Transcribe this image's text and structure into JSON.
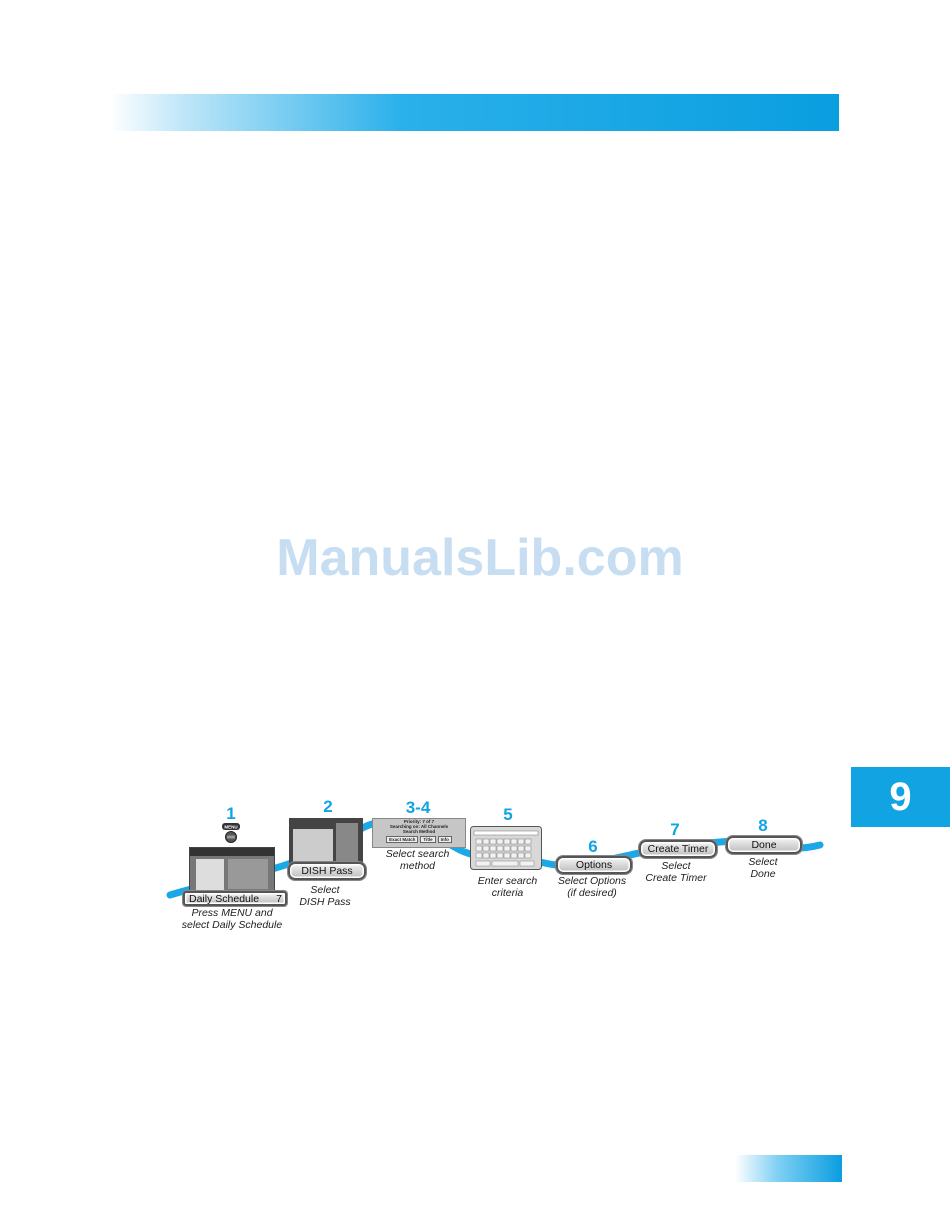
{
  "chapter": {
    "number": "9"
  },
  "watermark": {
    "text": "ManualsLib.com"
  },
  "steps": [
    {
      "num": "1",
      "button": "Daily Schedule",
      "button_extra": "7",
      "caption1": "Press MENU and",
      "caption2": "select Daily Schedule",
      "menu_label": "MENU"
    },
    {
      "num": "2",
      "button": "DISH Pass",
      "caption1": "Select",
      "caption2": "DISH Pass"
    },
    {
      "num": "3-4",
      "caption1": "Select search",
      "caption2": "method",
      "box_line1": "Priority: 7 of 7",
      "box_line2": "Searching on: All Channels",
      "box_line3": "Search Method",
      "box_opt1": "Exact Match",
      "box_opt2": "Title",
      "box_opt3": "Info"
    },
    {
      "num": "5",
      "caption1": "Enter search",
      "caption2": "criteria"
    },
    {
      "num": "6",
      "button": "Options",
      "caption1": "Select Options",
      "caption2": "(if desired)"
    },
    {
      "num": "7",
      "button": "Create Timer",
      "caption1": "Select",
      "caption2": "Create Timer"
    },
    {
      "num": "8",
      "button": "Done",
      "caption1": "Select",
      "caption2": "Done"
    }
  ],
  "colors": {
    "accent": "#12a3e3",
    "wave": "#1aa8e6"
  },
  "icons": [
    "menu-remote-icon"
  ]
}
